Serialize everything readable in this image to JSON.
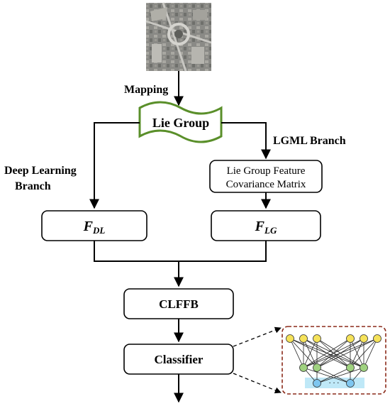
{
  "input_image": {
    "icon": "aerial-airport-image"
  },
  "labels": {
    "mapping": "Mapping",
    "deep_learning_branch_line1": "Deep Learning",
    "deep_learning_branch_line2": "Branch",
    "lgml_branch": "LGML Branch"
  },
  "nodes": {
    "lie_group": "Lie Group",
    "lg_feature_line1": "Lie Group Feature",
    "lg_feature_line2": "Covariance Matrix",
    "f_dl_main": "F",
    "f_dl_sub": "DL",
    "f_lg_main": "F",
    "f_lg_sub": "LG",
    "clffb": "CLFFB",
    "classifier": "Classifier"
  },
  "network_inset": {
    "icon": "neural-network-icon",
    "ellipsis": "· · ·",
    "colors": {
      "input_nodes": "#f5e25a",
      "hidden_nodes": "#9fd27f",
      "output_nodes": "#7ec6f0",
      "highlight_band": "#bfe8f7",
      "inset_border": "#8b2a1a",
      "lie_group_border": "#5a8f2a"
    }
  }
}
